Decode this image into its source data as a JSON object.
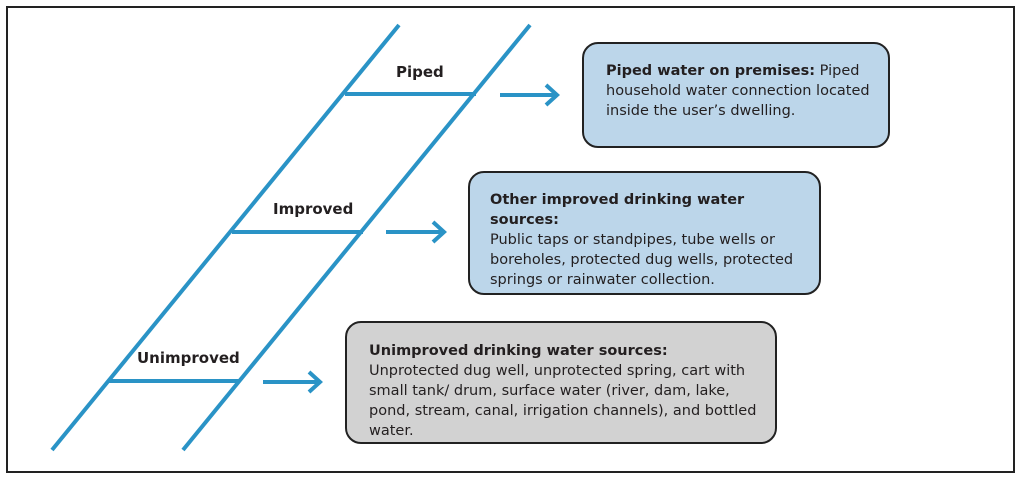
{
  "levels": [
    {
      "rung_label": "Piped",
      "heading": "Piped water on premises:",
      "description": "Piped household water connection located inside the user’s dwelling.",
      "color": "#bcd6ea"
    },
    {
      "rung_label": "Improved",
      "heading": "Other improved drinking water sources:",
      "description": "Public taps or standpipes, tube wells or boreholes, protected dug wells, protected springs or rainwater collection.",
      "color": "#bcd6ea"
    },
    {
      "rung_label": "Unimproved",
      "heading": "Unimproved drinking water sources:",
      "description": "Unprotected dug well, unprotected spring, cart with small tank/ drum, surface water (river, dam, lake, pond, stream, canal, irrigation channels), and bottled water.",
      "color": "#d2d2d2"
    }
  ],
  "colors": {
    "ladder": "#2a93c6",
    "border": "#222222"
  }
}
